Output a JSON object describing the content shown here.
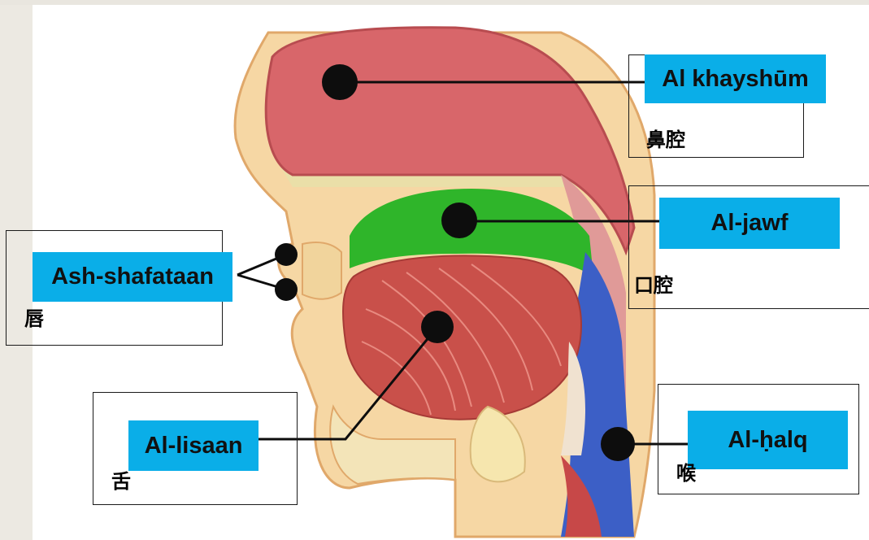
{
  "colors": {
    "label_fill": "#0aaee8",
    "skin": "#f7d9a8",
    "nasal_cavity": "#d9686a",
    "oral_cavity": "#2fb52a",
    "tongue": "#c9504a",
    "throat": "#3a5fc8",
    "pointer": "#0d0d0d"
  },
  "labels": {
    "nasal": {
      "term": "Al  khayshūm",
      "chinese": "鼻腔"
    },
    "oral": {
      "term": "Al-jawf",
      "chinese": "口腔"
    },
    "lips": {
      "term": "Ash-shafataan",
      "chinese": "唇"
    },
    "tongue": {
      "term": "Al-lisaan",
      "chinese": "舌"
    },
    "throat": {
      "term": "Al-ḥalq",
      "chinese": "喉"
    }
  }
}
